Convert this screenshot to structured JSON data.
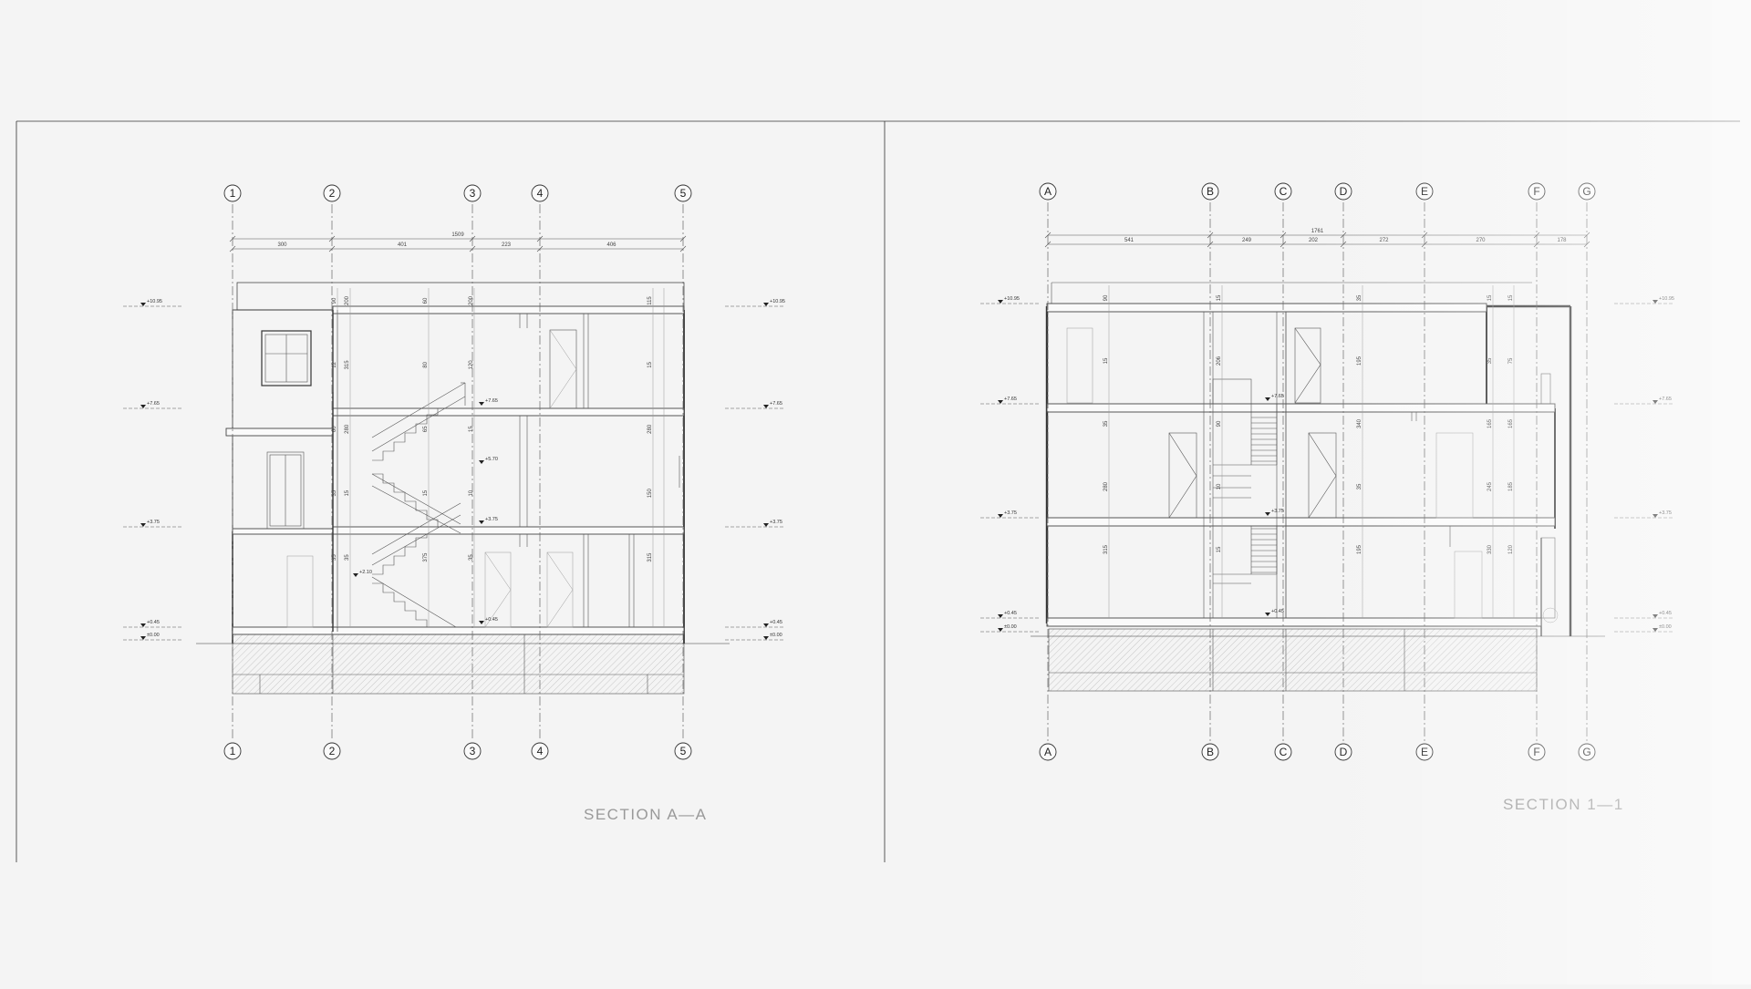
{
  "sheet": {
    "background": "#f4f4f4",
    "line_color": "#333333"
  },
  "sections": [
    {
      "title": "SECTION A—A",
      "grid_labels": [
        "1",
        "2",
        "3",
        "4",
        "5"
      ],
      "overall_dim": "1509",
      "span_dims": [
        "300",
        "401",
        "223",
        "406"
      ],
      "vertical_dims": [
        "90",
        "12",
        "60",
        "35",
        "35",
        "200",
        "315",
        "280",
        "15",
        "35",
        "60",
        "80",
        "65",
        "15",
        "375",
        "200",
        "120",
        "15",
        "10",
        "35",
        "115",
        "15",
        "280",
        "150",
        "315"
      ],
      "levels_left": [
        "+10.95",
        "+7.65",
        "+3.75",
        "+0.45",
        "±0.00"
      ],
      "levels_right": [
        "+10.95",
        "+7.65",
        "+3.75",
        "+0.45",
        "±0.00"
      ],
      "stair_levels": [
        "+7.65",
        "+5.70",
        "+3.75",
        "+2.10",
        "+0.45"
      ]
    },
    {
      "title": "SECTION 1—1",
      "grid_labels": [
        "A",
        "B",
        "C",
        "D",
        "E",
        "F",
        "G"
      ],
      "overall_dim": "1761",
      "span_dims": [
        "541",
        "249",
        "202",
        "272",
        "270",
        "178"
      ],
      "vertical_dims": [
        "90",
        "15",
        "35",
        "280",
        "315",
        "15",
        "206",
        "90",
        "10",
        "15",
        "35",
        "195",
        "340",
        "35",
        "195",
        "15",
        "35",
        "165",
        "245",
        "330",
        "15",
        "75",
        "165",
        "185",
        "120"
      ],
      "levels_left": [
        "+10.95",
        "+7.65",
        "+3.75",
        "+0.45",
        "±0.00"
      ],
      "levels_right": [
        "+10.95",
        "+7.65",
        "+3.75",
        "+0.45",
        "±0.00"
      ],
      "stair_levels": [
        "+7.65",
        "+3.75",
        "+0.45"
      ]
    }
  ]
}
